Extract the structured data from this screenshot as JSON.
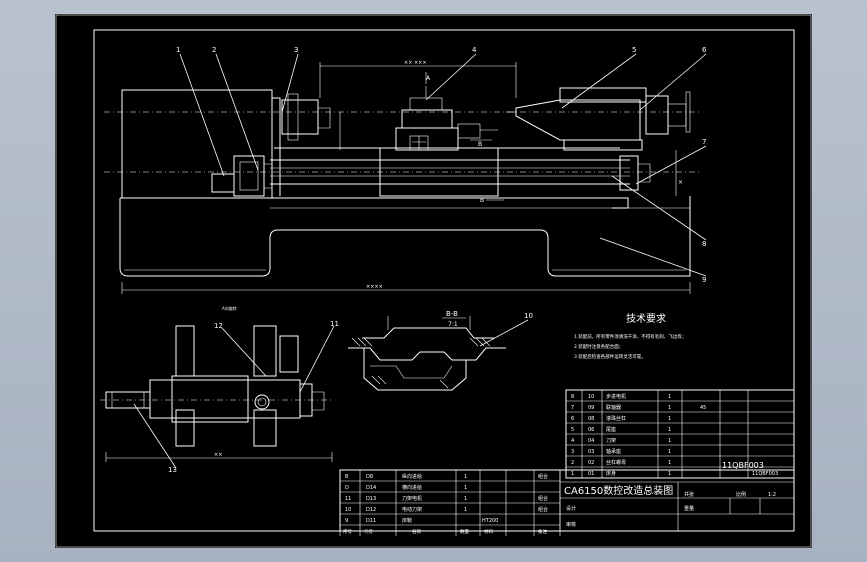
{
  "drawing_title": "CA6150数控改造总装图",
  "drawing_number": "11QBF003",
  "section_label": "B-B",
  "section_sub": "7:1",
  "tech_req": {
    "title": "技术要求",
    "items": [
      "1.装配前，所有零件须清洗干净，不得有毛刺、飞边等；",
      "2.装配时注意各配合面；",
      "3.装配后检查各部件运转灵活可靠。"
    ]
  },
  "balloons": [
    "1",
    "2",
    "3",
    "4",
    "5",
    "6",
    "7",
    "8",
    "9",
    "10",
    "11",
    "12",
    "13"
  ],
  "bom_right": {
    "rows": [
      {
        "no": "8",
        "code": "10",
        "name": "步进电机",
        "qty": "1",
        "mat": "",
        "note": ""
      },
      {
        "no": "7",
        "code": "09",
        "name": "联轴器",
        "qty": "1",
        "mat": "45",
        "note": ""
      },
      {
        "no": "6",
        "code": "08",
        "name": "滚珠丝杠",
        "qty": "1",
        "mat": "",
        "note": ""
      },
      {
        "no": "5",
        "code": "06",
        "name": "尾座",
        "qty": "1",
        "mat": "",
        "note": ""
      },
      {
        "no": "4",
        "code": "04",
        "name": "刀架",
        "qty": "1",
        "mat": "",
        "note": ""
      },
      {
        "no": "3",
        "code": "03",
        "name": "轴承座",
        "qty": "1",
        "mat": "",
        "note": ""
      },
      {
        "no": "2",
        "code": "02",
        "name": "丝杠螺母",
        "qty": "1",
        "mat": "",
        "note": ""
      },
      {
        "no": "1",
        "code": "01",
        "name": "床身",
        "qty": "1",
        "mat": "",
        "note": "11QBF003"
      }
    ]
  },
  "bom_left": {
    "rows": [
      {
        "no": "B",
        "code": "D8",
        "name": "纵向进给",
        "qty": "1",
        "mat": "",
        "note": "组合"
      },
      {
        "no": "D",
        "code": "D14",
        "name": "横向进给",
        "qty": "1",
        "mat": "",
        "note": ""
      },
      {
        "no": "11",
        "code": "D13",
        "name": "刀架电机",
        "qty": "1",
        "mat": "",
        "note": "组合"
      },
      {
        "no": "10",
        "code": "D12",
        "name": "电动刀架",
        "qty": "1",
        "mat": "",
        "note": "组合"
      },
      {
        "no": "9",
        "code": "D11",
        "name": "床鞍",
        "qty": "",
        "mat": "HT200",
        "note": ""
      }
    ],
    "header": {
      "no": "序号",
      "code": "代号",
      "name": "名称",
      "qty": "数量",
      "mat": "材料",
      "note": "备注"
    }
  },
  "title_block": {
    "design": "设计",
    "check": "审核",
    "scale_label": "比例",
    "scale": "1:2",
    "sheet_label": "共张",
    "weight_label": "重量"
  }
}
